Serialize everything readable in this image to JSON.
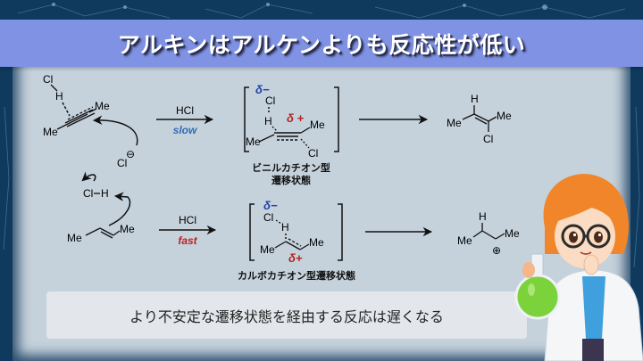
{
  "title": "アルキンはアルケンよりも反応性が低い",
  "colors": {
    "title_bar": "#7f92e3",
    "panel": "#c5d2dc",
    "frame": "#0f3a5e",
    "delta_minus": "#1f3fa8",
    "delta_plus": "#b0221e",
    "slow": "#2f6db3",
    "fast": "#c0201e",
    "summary_box": "#e3e7eb"
  },
  "alkyne_reaction": {
    "reactant_labels": {
      "cl_top": "Cl",
      "h": "H",
      "me_right": "Me",
      "me_left": "Me",
      "chloride": "Cl",
      "chloride_charge": "⊖"
    },
    "arrow": {
      "reagent": "HCl",
      "rate": "slow"
    },
    "transition_state": {
      "delta_minus": "δ−",
      "delta_plus": "δ +",
      "cl_top": "Cl",
      "h": "H",
      "me_right": "Me",
      "me_left": "Me",
      "cl_bottom": "Cl",
      "caption_line1": "ビニルカチオン型",
      "caption_line2": "遷移状態"
    },
    "product_labels": {
      "h": "H",
      "me_left": "Me",
      "me_right": "Me",
      "cl": "Cl"
    }
  },
  "alkene_reaction": {
    "reactant_labels": {
      "cl": "Cl",
      "h": "H",
      "me_left": "Me",
      "me_right": "Me"
    },
    "arrow": {
      "reagent": "HCl",
      "rate": "fast"
    },
    "transition_state": {
      "delta_minus": "δ−",
      "delta_plus": "δ+",
      "cl": "Cl",
      "h": "H",
      "me_left": "Me",
      "me_right": "Me",
      "caption": "カルボカチオン型遷移状態"
    },
    "product_labels": {
      "h": "H",
      "me_left": "Me",
      "me_right": "Me",
      "charge": "⊕"
    }
  },
  "summary": "より不安定な遷移状態を経由する反応は遅くなる",
  "illustration": {
    "subject": "scientist-girl-with-flask"
  }
}
